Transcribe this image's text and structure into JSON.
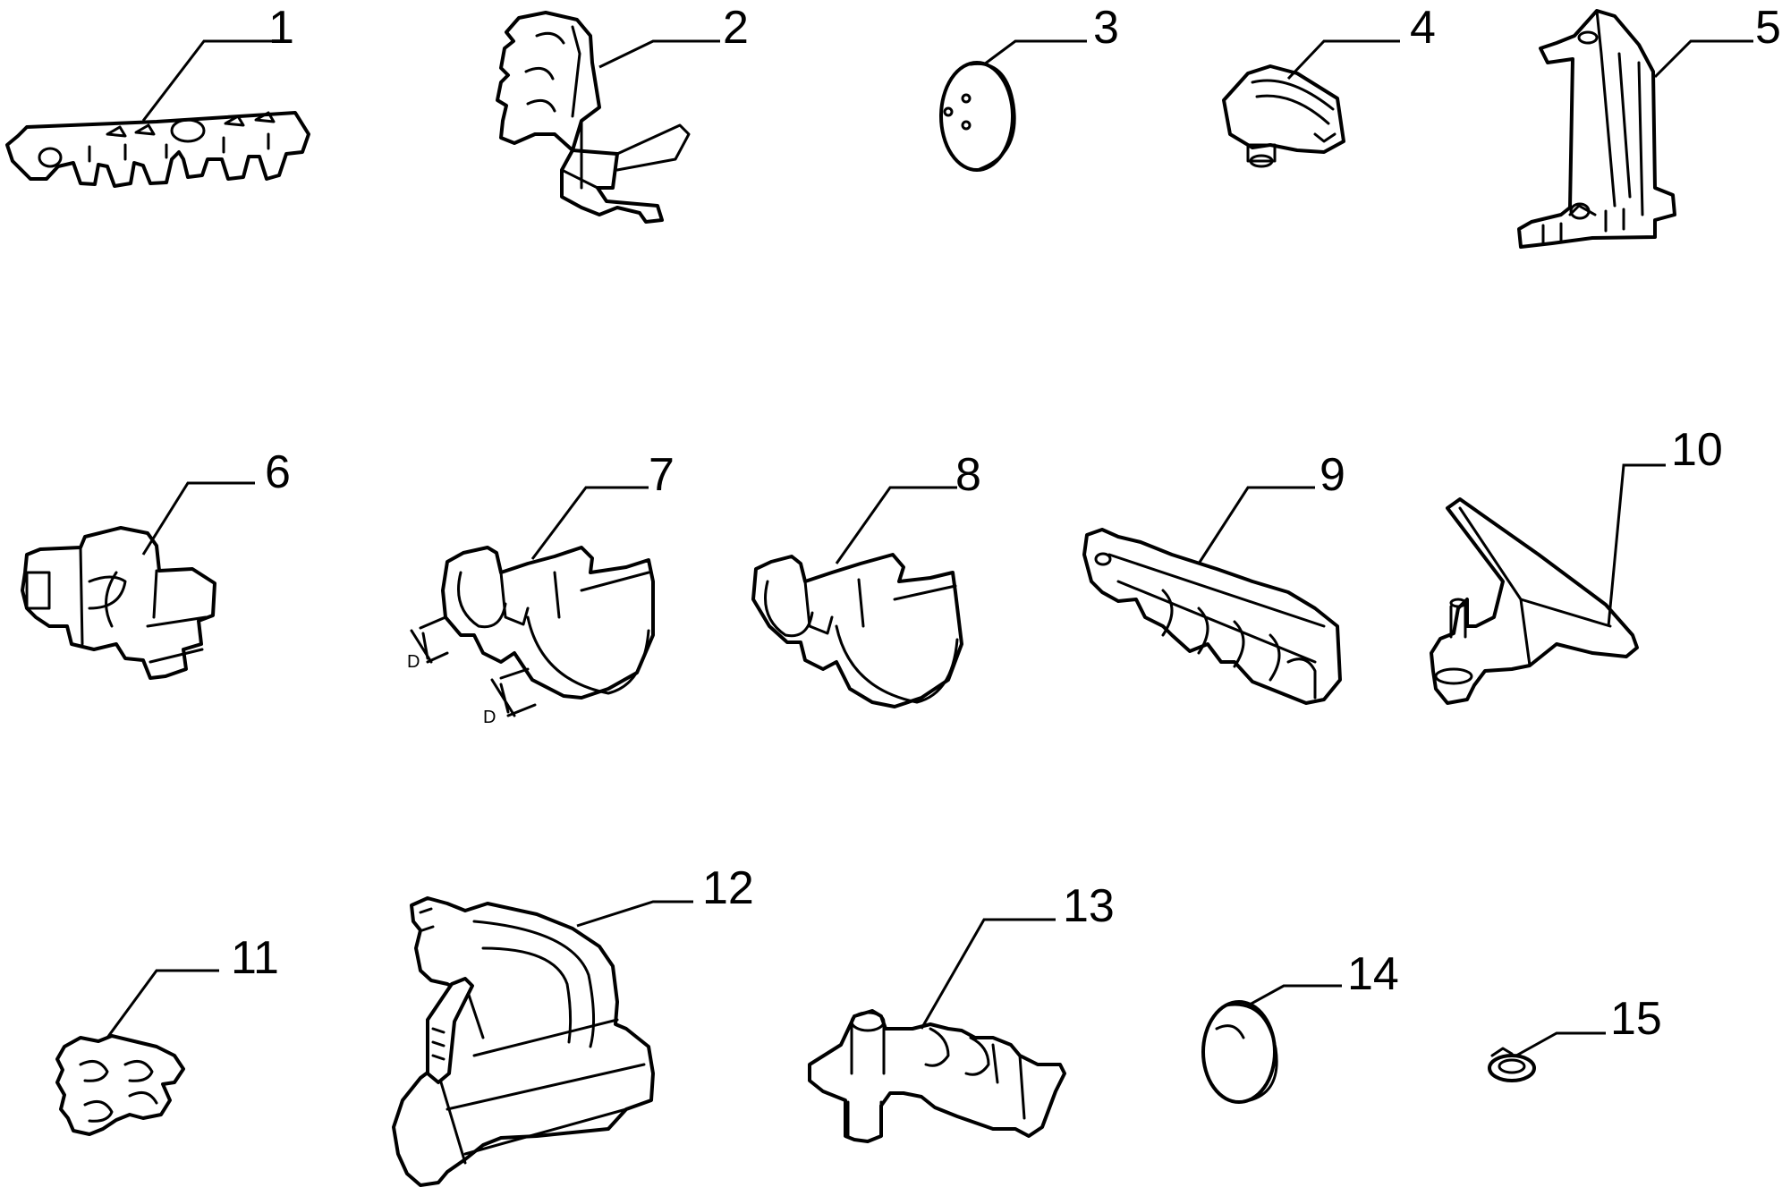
{
  "diagram": {
    "type": "exploded-parts",
    "parts": [
      {
        "number": "1",
        "icon": "cable-clip-strip-icon"
      },
      {
        "number": "2",
        "icon": "cable-bracket-icon"
      },
      {
        "number": "3",
        "icon": "grommet-icon"
      },
      {
        "number": "4",
        "icon": "clip-bracket-icon"
      },
      {
        "number": "5",
        "icon": "support-bracket-icon"
      },
      {
        "number": "6",
        "icon": "double-clip-icon"
      },
      {
        "number": "7",
        "icon": "pipe-clip-icon"
      },
      {
        "number": "8",
        "icon": "pipe-clip-icon"
      },
      {
        "number": "9",
        "icon": "clip-rail-icon"
      },
      {
        "number": "10",
        "icon": "stud-bracket-icon"
      },
      {
        "number": "11",
        "icon": "small-clip-icon"
      },
      {
        "number": "12",
        "icon": "frame-bracket-with-tie-icon"
      },
      {
        "number": "13",
        "icon": "stud-clip-bracket-icon"
      },
      {
        "number": "14",
        "icon": "plug-icon"
      },
      {
        "number": "15",
        "icon": "hose-clamp-icon"
      }
    ],
    "dimension_label": "D"
  }
}
